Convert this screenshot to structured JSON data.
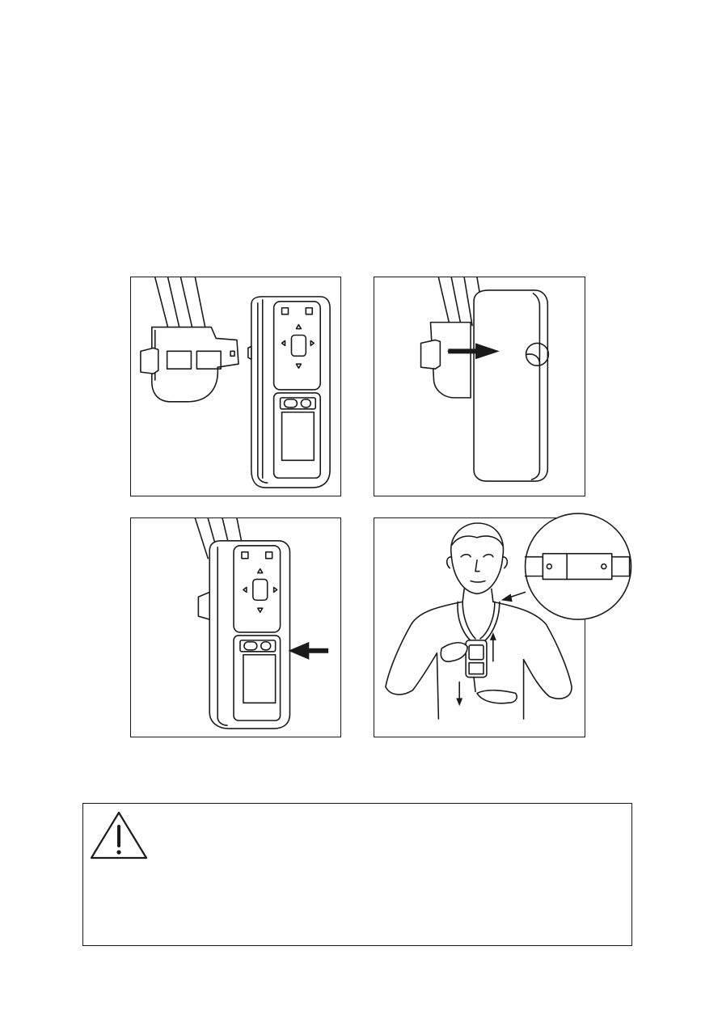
{
  "figures": [
    {
      "id": "step-1",
      "icon": "strap-clip-detached-icon"
    },
    {
      "id": "step-2",
      "icon": "device-slide-onto-clip-icon"
    },
    {
      "id": "step-3",
      "icon": "device-attached-arrow-icon"
    },
    {
      "id": "step-4",
      "icon": "person-wearing-lanyard-icon"
    }
  ],
  "warning": {
    "icon": "warning-triangle-icon",
    "text": ""
  }
}
